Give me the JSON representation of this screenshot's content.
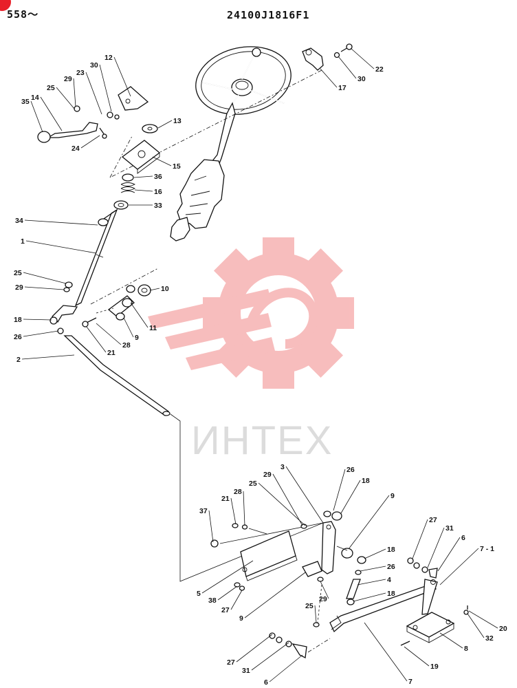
{
  "header": {
    "page_number": "558〜",
    "part_code": "24100J1816F1"
  },
  "watermark": {
    "text": "ИНТЕХ",
    "color": "#f7b6b6"
  },
  "callouts": [
    {
      "id": "c12",
      "label": "12"
    },
    {
      "id": "c30a",
      "label": "30"
    },
    {
      "id": "c29a",
      "label": "29"
    },
    {
      "id": "c23",
      "label": "23"
    },
    {
      "id": "c25a",
      "label": "25"
    },
    {
      "id": "c14",
      "label": "14"
    },
    {
      "id": "c35",
      "label": "35"
    },
    {
      "id": "c24",
      "label": "24"
    },
    {
      "id": "c13",
      "label": "13"
    },
    {
      "id": "c15",
      "label": "15"
    },
    {
      "id": "c36",
      "label": "36"
    },
    {
      "id": "c16",
      "label": "16"
    },
    {
      "id": "c33",
      "label": "33"
    },
    {
      "id": "c34",
      "label": "34"
    },
    {
      "id": "c1",
      "label": "1"
    },
    {
      "id": "c22",
      "label": "22"
    },
    {
      "id": "c30b",
      "label": "30"
    },
    {
      "id": "c17",
      "label": "17"
    },
    {
      "id": "c25b",
      "label": "25"
    },
    {
      "id": "c29b",
      "label": "29"
    },
    {
      "id": "c10",
      "label": "10"
    },
    {
      "id": "c11",
      "label": "11"
    },
    {
      "id": "c9a",
      "label": "9"
    },
    {
      "id": "c18a",
      "label": "18"
    },
    {
      "id": "c26a",
      "label": "26"
    },
    {
      "id": "c28a",
      "label": "28"
    },
    {
      "id": "c21a",
      "label": "21"
    },
    {
      "id": "c2",
      "label": "2"
    },
    {
      "id": "c3",
      "label": "3"
    },
    {
      "id": "c26b",
      "label": "26"
    },
    {
      "id": "c29c",
      "label": "29"
    },
    {
      "id": "c18b",
      "label": "18"
    },
    {
      "id": "c25c",
      "label": "25"
    },
    {
      "id": "c28b",
      "label": "28"
    },
    {
      "id": "c21b",
      "label": "21"
    },
    {
      "id": "c9b",
      "label": "9"
    },
    {
      "id": "c37",
      "label": "37"
    },
    {
      "id": "c18c",
      "label": "18"
    },
    {
      "id": "c27a",
      "label": "27"
    },
    {
      "id": "c31a",
      "label": "31"
    },
    {
      "id": "c6a",
      "label": "6"
    },
    {
      "id": "c71",
      "label": "7 - 1"
    },
    {
      "id": "c26c",
      "label": "26"
    },
    {
      "id": "c4",
      "label": "4"
    },
    {
      "id": "c18d",
      "label": "18"
    },
    {
      "id": "c5",
      "label": "5"
    },
    {
      "id": "c38",
      "label": "38"
    },
    {
      "id": "c27b",
      "label": "27"
    },
    {
      "id": "c9c",
      "label": "9"
    },
    {
      "id": "c29d",
      "label": "29"
    },
    {
      "id": "c25d",
      "label": "25"
    },
    {
      "id": "c20",
      "label": "20"
    },
    {
      "id": "c32",
      "label": "32"
    },
    {
      "id": "c8",
      "label": "8"
    },
    {
      "id": "c27c",
      "label": "27"
    },
    {
      "id": "c31b",
      "label": "31"
    },
    {
      "id": "c6b",
      "label": "6"
    },
    {
      "id": "c19",
      "label": "19"
    },
    {
      "id": "c7",
      "label": "7"
    }
  ]
}
